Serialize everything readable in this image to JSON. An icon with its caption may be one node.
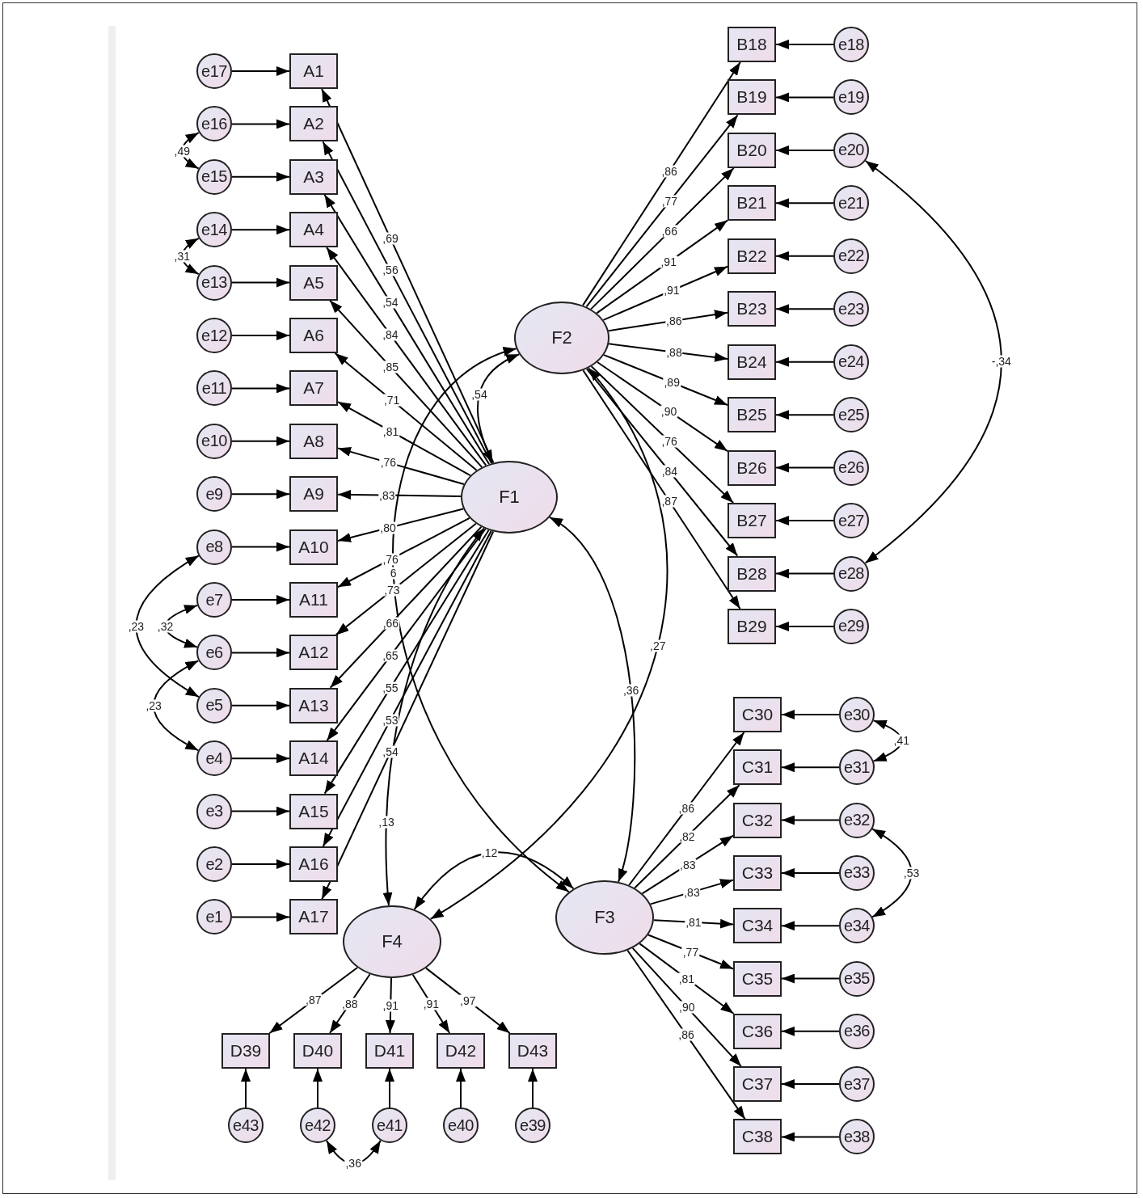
{
  "diagram": {
    "nodes": [
      {
        "text": [
          "F1"
        ]
      },
      {
        "text": [
          "F2"
        ]
      },
      {
        "text": [
          "F3"
        ]
      },
      {
        "text": [
          "F4"
        ]
      },
      {
        "text": [
          "A1"
        ]
      },
      {
        "text": [
          "A2"
        ]
      },
      {
        "text": [
          "A3"
        ]
      },
      {
        "text": [
          "A4"
        ]
      },
      {
        "text": [
          "A5"
        ]
      },
      {
        "text": [
          "A6"
        ]
      },
      {
        "text": [
          "A7"
        ]
      },
      {
        "text": [
          "A8"
        ]
      },
      {
        "text": [
          "A9"
        ]
      },
      {
        "text": [
          "A10"
        ]
      },
      {
        "text": [
          "A11"
        ]
      },
      {
        "text": [
          "A12"
        ]
      },
      {
        "text": [
          "A13"
        ]
      },
      {
        "text": [
          "A14"
        ]
      },
      {
        "text": [
          "A15"
        ]
      },
      {
        "text": [
          "A16"
        ]
      },
      {
        "text": [
          "A17"
        ]
      },
      {
        "text": [
          "B18"
        ]
      },
      {
        "text": [
          "B19"
        ]
      },
      {
        "text": [
          "B20"
        ]
      },
      {
        "text": [
          "B21"
        ]
      },
      {
        "text": [
          "B22"
        ]
      },
      {
        "text": [
          "B23"
        ]
      },
      {
        "text": [
          "B24"
        ]
      },
      {
        "text": [
          "B25"
        ]
      },
      {
        "text": [
          "B26"
        ]
      },
      {
        "text": [
          "B27"
        ]
      },
      {
        "text": [
          "B28"
        ]
      },
      {
        "text": [
          "B29"
        ]
      },
      {
        "text": [
          "C30"
        ]
      },
      {
        "text": [
          "C31"
        ]
      },
      {
        "text": [
          "C32"
        ]
      },
      {
        "text": [
          "C33"
        ]
      },
      {
        "text": [
          "C34"
        ]
      },
      {
        "text": [
          "C35"
        ]
      },
      {
        "text": [
          "C36"
        ]
      },
      {
        "text": [
          "C37"
        ]
      },
      {
        "text": [
          "C38"
        ]
      },
      {
        "text": [
          "D39"
        ]
      },
      {
        "text": [
          "D40"
        ]
      },
      {
        "text": [
          "D41"
        ]
      },
      {
        "text": [
          "D42"
        ]
      },
      {
        "text": [
          "D43"
        ]
      },
      {
        "text": [
          "e1"
        ]
      },
      {
        "text": [
          "e2"
        ]
      },
      {
        "text": [
          "e3"
        ]
      },
      {
        "text": [
          "e4"
        ]
      },
      {
        "text": [
          "e5"
        ]
      },
      {
        "text": [
          "e6"
        ]
      },
      {
        "text": [
          "e7"
        ]
      },
      {
        "text": [
          "e8"
        ]
      },
      {
        "text": [
          "e9"
        ]
      },
      {
        "text": [
          "e10"
        ]
      },
      {
        "text": [
          "e11"
        ]
      },
      {
        "text": [
          "e12"
        ]
      },
      {
        "text": [
          "e13"
        ]
      },
      {
        "text": [
          "e14"
        ]
      },
      {
        "text": [
          "e15"
        ]
      },
      {
        "text": [
          "e16"
        ]
      },
      {
        "text": [
          "e17"
        ]
      },
      {
        "text": [
          "e18"
        ]
      },
      {
        "text": [
          "e19"
        ]
      },
      {
        "text": [
          "e20"
        ]
      },
      {
        "text": [
          "e21"
        ]
      },
      {
        "text": [
          "e22"
        ]
      },
      {
        "text": [
          "e23"
        ]
      },
      {
        "text": [
          "e24"
        ]
      },
      {
        "text": [
          "e25"
        ]
      },
      {
        "text": [
          "e26"
        ]
      },
      {
        "text": [
          "e27"
        ]
      },
      {
        "text": [
          "e28"
        ]
      },
      {
        "text": [
          "e29"
        ]
      },
      {
        "text": [
          "e30"
        ]
      },
      {
        "text": [
          "e31"
        ]
      },
      {
        "text": [
          "e32"
        ]
      },
      {
        "text": [
          "e33"
        ]
      },
      {
        "text": [
          "e34"
        ]
      },
      {
        "text": [
          "e35"
        ]
      },
      {
        "text": [
          "e36"
        ]
      },
      {
        "text": [
          "e37"
        ]
      },
      {
        "text": [
          "e38"
        ]
      },
      {
        "text": [
          "e39"
        ]
      },
      {
        "text": [
          "e40"
        ]
      },
      {
        "text": [
          "e41"
        ]
      },
      {
        "text": [
          "e42"
        ]
      },
      {
        "text": [
          "e43"
        ]
      }
    ],
    "edges": [
      {
        "from": 0,
        "to": 4,
        "arrow": "to",
        "label": ",69"
      },
      {
        "from": 0,
        "to": 5,
        "arrow": "to",
        "label": ",56"
      },
      {
        "from": 0,
        "to": 6,
        "arrow": "to",
        "label": ",54"
      },
      {
        "from": 0,
        "to": 7,
        "arrow": "to",
        "label": ",84"
      },
      {
        "from": 0,
        "to": 8,
        "arrow": "to",
        "label": ",85"
      },
      {
        "from": 0,
        "to": 9,
        "arrow": "to",
        "label": ",71"
      },
      {
        "from": 0,
        "to": 10,
        "arrow": "to",
        "label": ",81"
      },
      {
        "from": 0,
        "to": 11,
        "arrow": "to",
        "label": ",76"
      },
      {
        "from": 0,
        "to": 12,
        "arrow": "to",
        "label": ",83"
      },
      {
        "from": 0,
        "to": 13,
        "arrow": "to",
        "label": ",80"
      },
      {
        "from": 0,
        "to": 14,
        "arrow": "to",
        "label": ",76"
      },
      {
        "from": 0,
        "to": 15,
        "arrow": "to",
        "label": ",73"
      },
      {
        "from": 0,
        "to": 16,
        "arrow": "to",
        "label": ",66"
      },
      {
        "from": 0,
        "to": 17,
        "arrow": "to",
        "label": ",65"
      },
      {
        "from": 0,
        "to": 18,
        "arrow": "to",
        "label": ",55"
      },
      {
        "from": 0,
        "to": 19,
        "arrow": "to",
        "label": ",53"
      },
      {
        "from": 0,
        "to": 20,
        "arrow": "to",
        "label": ",54"
      },
      {
        "from": 1,
        "to": 21,
        "arrow": "to",
        "label": ",86"
      },
      {
        "from": 1,
        "to": 22,
        "arrow": "to",
        "label": ",77"
      },
      {
        "from": 1,
        "to": 23,
        "arrow": "to",
        "label": ",66"
      },
      {
        "from": 1,
        "to": 24,
        "arrow": "to",
        "label": ",91"
      },
      {
        "from": 1,
        "to": 25,
        "arrow": "to",
        "label": ",91"
      },
      {
        "from": 1,
        "to": 26,
        "arrow": "to",
        "label": ",86"
      },
      {
        "from": 1,
        "to": 27,
        "arrow": "to",
        "label": ",88"
      },
      {
        "from": 1,
        "to": 28,
        "arrow": "to",
        "label": ",89"
      },
      {
        "from": 1,
        "to": 29,
        "arrow": "to",
        "label": ",90"
      },
      {
        "from": 1,
        "to": 30,
        "arrow": "to",
        "label": ",76"
      },
      {
        "from": 1,
        "to": 31,
        "arrow": "to",
        "label": ",84"
      },
      {
        "from": 1,
        "to": 32,
        "arrow": "to",
        "label": ",87"
      },
      {
        "from": 2,
        "to": 33,
        "arrow": "to",
        "label": ",86"
      },
      {
        "from": 2,
        "to": 34,
        "arrow": "to",
        "label": ",82"
      },
      {
        "from": 2,
        "to": 35,
        "arrow": "to",
        "label": ",83"
      },
      {
        "from": 2,
        "to": 36,
        "arrow": "to",
        "label": ",83"
      },
      {
        "from": 2,
        "to": 37,
        "arrow": "to",
        "label": ",81"
      },
      {
        "from": 2,
        "to": 38,
        "arrow": "to",
        "label": ",77"
      },
      {
        "from": 2,
        "to": 39,
        "arrow": "to",
        "label": ",81"
      },
      {
        "from": 2,
        "to": 40,
        "arrow": "to",
        "label": ",90"
      },
      {
        "from": 2,
        "to": 41,
        "arrow": "to",
        "label": ",86"
      },
      {
        "from": 3,
        "to": 42,
        "arrow": "to",
        "label": ",87"
      },
      {
        "from": 3,
        "to": 43,
        "arrow": "to",
        "label": ",88"
      },
      {
        "from": 3,
        "to": 44,
        "arrow": "to",
        "label": ",91"
      },
      {
        "from": 3,
        "to": 45,
        "arrow": "to",
        "label": ",91"
      },
      {
        "from": 3,
        "to": 46,
        "arrow": "to",
        "label": ",97"
      },
      {
        "from": 47,
        "to": 20,
        "arrow": "to"
      },
      {
        "from": 48,
        "to": 19,
        "arrow": "to"
      },
      {
        "from": 49,
        "to": 18,
        "arrow": "to"
      },
      {
        "from": 50,
        "to": 17,
        "arrow": "to"
      },
      {
        "from": 51,
        "to": 16,
        "arrow": "to"
      },
      {
        "from": 52,
        "to": 15,
        "arrow": "to"
      },
      {
        "from": 53,
        "to": 14,
        "arrow": "to"
      },
      {
        "from": 54,
        "to": 13,
        "arrow": "to"
      },
      {
        "from": 55,
        "to": 12,
        "arrow": "to"
      },
      {
        "from": 56,
        "to": 11,
        "arrow": "to"
      },
      {
        "from": 57,
        "to": 10,
        "arrow": "to"
      },
      {
        "from": 58,
        "to": 9,
        "arrow": "to"
      },
      {
        "from": 59,
        "to": 8,
        "arrow": "to"
      },
      {
        "from": 60,
        "to": 7,
        "arrow": "to"
      },
      {
        "from": 61,
        "to": 6,
        "arrow": "to"
      },
      {
        "from": 62,
        "to": 5,
        "arrow": "to"
      },
      {
        "from": 63,
        "to": 4,
        "arrow": "to"
      },
      {
        "from": 64,
        "to": 21,
        "arrow": "to"
      },
      {
        "from": 65,
        "to": 22,
        "arrow": "to"
      },
      {
        "from": 66,
        "to": 23,
        "arrow": "to"
      },
      {
        "from": 67,
        "to": 24,
        "arrow": "to"
      },
      {
        "from": 68,
        "to": 25,
        "arrow": "to"
      },
      {
        "from": 69,
        "to": 26,
        "arrow": "to"
      },
      {
        "from": 70,
        "to": 27,
        "arrow": "to"
      },
      {
        "from": 71,
        "to": 28,
        "arrow": "to"
      },
      {
        "from": 72,
        "to": 29,
        "arrow": "to"
      },
      {
        "from": 73,
        "to": 30,
        "arrow": "to"
      },
      {
        "from": 74,
        "to": 31,
        "arrow": "to"
      },
      {
        "from": 75,
        "to": 32,
        "arrow": "to"
      },
      {
        "from": 76,
        "to": 33,
        "arrow": "to"
      },
      {
        "from": 77,
        "to": 34,
        "arrow": "to"
      },
      {
        "from": 78,
        "to": 35,
        "arrow": "to"
      },
      {
        "from": 79,
        "to": 36,
        "arrow": "to"
      },
      {
        "from": 80,
        "to": 37,
        "arrow": "to"
      },
      {
        "from": 81,
        "to": 38,
        "arrow": "to"
      },
      {
        "from": 82,
        "to": 39,
        "arrow": "to"
      },
      {
        "from": 83,
        "to": 40,
        "arrow": "to"
      },
      {
        "from": 84,
        "to": 41,
        "arrow": "to"
      },
      {
        "from": 85,
        "to": 46,
        "arrow": "to"
      },
      {
        "from": 86,
        "to": 45,
        "arrow": "to"
      },
      {
        "from": 87,
        "to": 44,
        "arrow": "to"
      },
      {
        "from": 88,
        "to": 43,
        "arrow": "to"
      },
      {
        "from": 89,
        "to": 42,
        "arrow": "to"
      },
      {
        "from": 0,
        "to": 1,
        "arrow": "both",
        "label": ",54"
      },
      {
        "from": 1,
        "to": 2,
        "arrow": "both",
        "label": "6"
      },
      {
        "from": 0,
        "to": 3,
        "arrow": "both",
        "label": ",13"
      },
      {
        "from": 0,
        "to": 2,
        "arrow": "both",
        "label": ",36"
      },
      {
        "from": 1,
        "to": 3,
        "arrow": "both",
        "label": ",27"
      },
      {
        "from": 3,
        "to": 2,
        "arrow": "both",
        "label": ",12"
      },
      {
        "from": 62,
        "to": 61,
        "arrow": "both",
        "label": ",49"
      },
      {
        "from": 60,
        "to": 59,
        "arrow": "both",
        "label": ",31"
      },
      {
        "from": 54,
        "to": 51,
        "arrow": "both",
        "label": ",23"
      },
      {
        "from": 53,
        "to": 52,
        "arrow": "both",
        "label": ",32"
      },
      {
        "from": 52,
        "to": 50,
        "arrow": "both",
        "label": ",23"
      },
      {
        "from": 66,
        "to": 74,
        "arrow": "both",
        "label": "-,34"
      },
      {
        "from": 76,
        "to": 77,
        "arrow": "both",
        "label": ",41"
      },
      {
        "from": 78,
        "to": 80,
        "arrow": "both",
        "label": ",53"
      },
      {
        "from": 88,
        "to": 87,
        "arrow": "both",
        "label": ",36"
      }
    ]
  }
}
